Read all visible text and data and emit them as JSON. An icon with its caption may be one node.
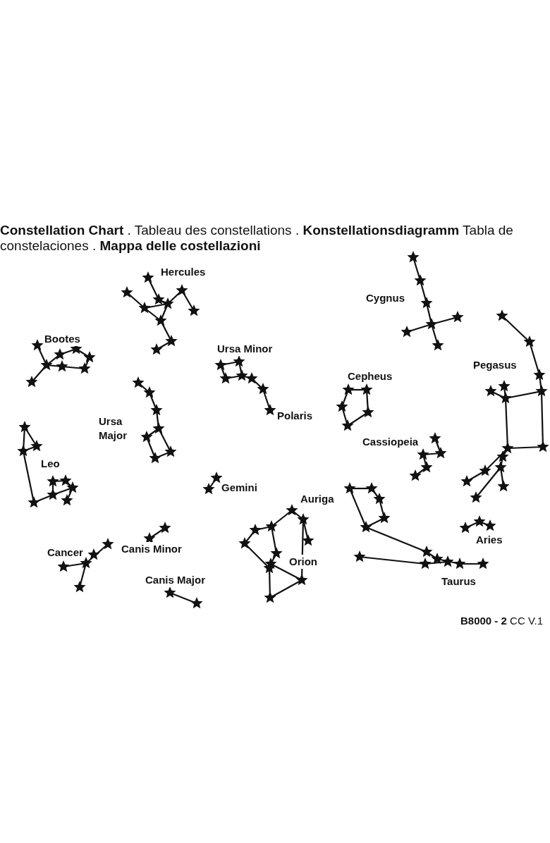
{
  "diagram": {
    "title": "**Constellation Chart** . Tableau des constellations . **Konstellationsdiagramm** Tabla de constelaciones . **Mappa delle costellazioni**",
    "labels": [
      "Hercules",
      "Cygnus",
      "Bootes",
      "Ursa Minor",
      "Cepheus",
      "Pegasus",
      "Polaris",
      "Ursa Major",
      "Cassiopeia",
      "Leo",
      "Gemini",
      "Auriga",
      "Aries",
      "Cancer",
      "Canis Minor",
      "Orion",
      "Canis Major",
      "Taurus",
      "**B8000 - 2** CC V.1"
    ]
  }
}
